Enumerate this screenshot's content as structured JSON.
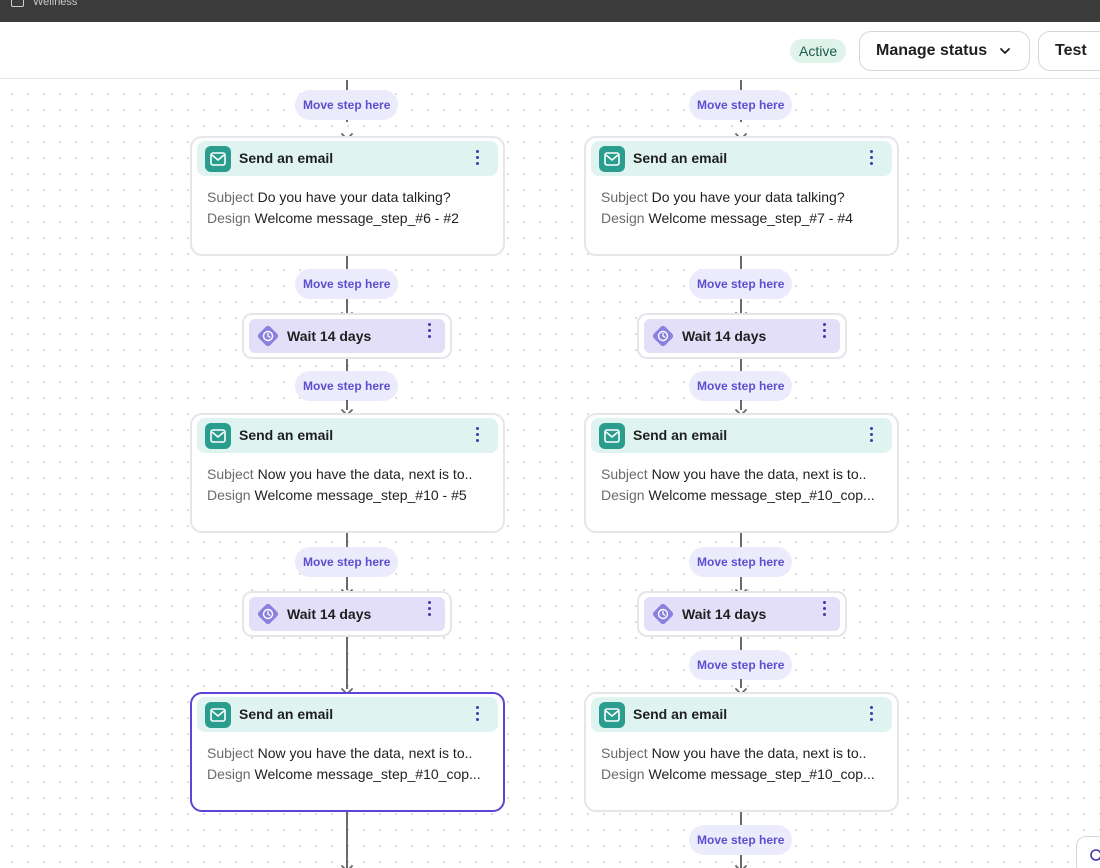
{
  "window": {
    "title": "Wellness"
  },
  "header": {
    "status_badge": "Active",
    "manage_status_label": "Manage status",
    "test_label": "Test"
  },
  "labels": {
    "move_step": "Move step here",
    "subject_key": "Subject",
    "design_key": "Design"
  },
  "columns": [
    {
      "emails": [
        {
          "title": "Send an email",
          "subject": "Do you have your data talking?",
          "design": "Welcome message_step_#6 - #2"
        },
        {
          "title": "Send an email",
          "subject": "Now you have the data, next is to..",
          "design": "Welcome message_step_#10 - #5"
        },
        {
          "title": "Send an email",
          "subject": "Now you have the data, next is to..",
          "design": "Welcome message_step_#10_cop..."
        }
      ],
      "waits": [
        {
          "label": "Wait 14 days"
        },
        {
          "label": "Wait 14 days"
        }
      ]
    },
    {
      "emails": [
        {
          "title": "Send an email",
          "subject": "Do you have your data talking?",
          "design": "Welcome message_step_#7 - #4"
        },
        {
          "title": "Send an email",
          "subject": "Now you have the data, next is to..",
          "design": "Welcome message_step_#10_cop..."
        },
        {
          "title": "Send an email",
          "subject": "Now you have the data, next is to..",
          "design": "Welcome message_step_#10_cop..."
        }
      ],
      "waits": [
        {
          "label": "Wait 14 days"
        },
        {
          "label": "Wait 14 days"
        }
      ]
    }
  ],
  "colors": {
    "accent": "#5a46d6",
    "email_icon": "#2a9d8f",
    "wait_icon": "#8b7fe0"
  }
}
